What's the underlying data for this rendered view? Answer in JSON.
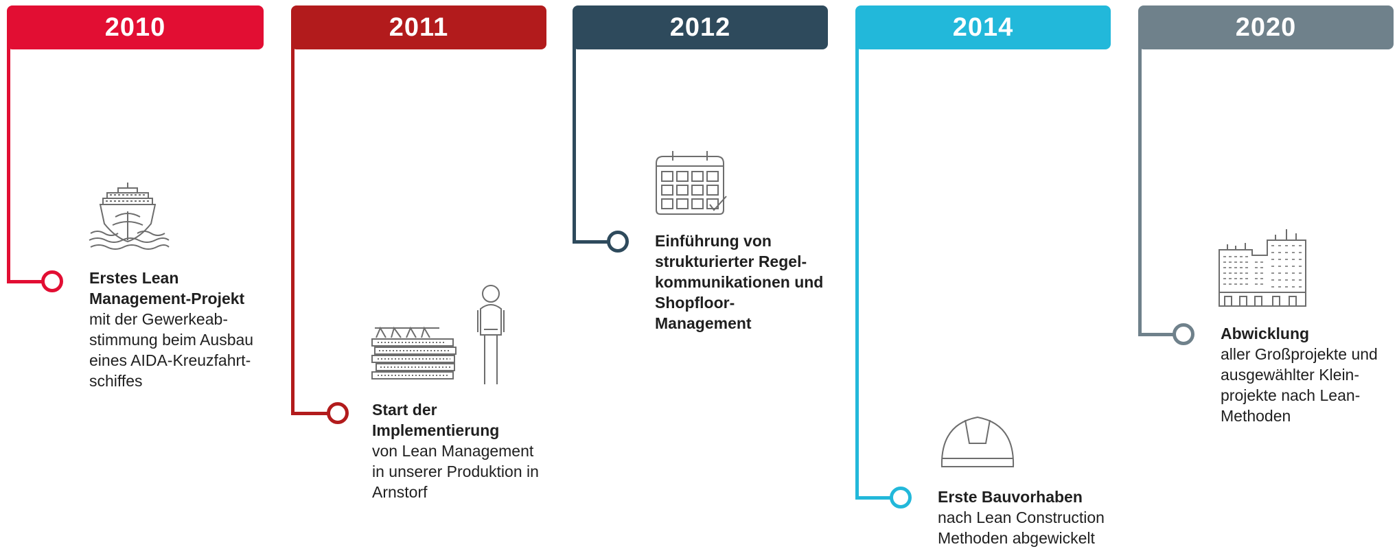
{
  "milestones": [
    {
      "year": "2010",
      "color": "#e20e33",
      "icon": "cruise-ship-icon",
      "headline": "Erstes Lean Management-Projekt",
      "body": "mit der Gewerkeab­stimmung beim Ausbau eines AIDA-Kreuzfahrt­schiffes"
    },
    {
      "year": "2011",
      "color": "#b21b1c",
      "icon": "precast-worker-icon",
      "headline": "Start der Implementierung",
      "body": "von Lean Management in unserer Produktion in Arnstorf"
    },
    {
      "year": "2012",
      "color": "#2e4a5c",
      "icon": "calendar-icon",
      "headline": "Einführung von strukturierter Regel­kommunikationen und Shopfloor-Management",
      "body": ""
    },
    {
      "year": "2014",
      "color": "#22b8da",
      "icon": "hard-hat-icon",
      "headline": "Erste Bauvorhaben",
      "body": "nach Lean Construction Methoden abgewickelt"
    },
    {
      "year": "2020",
      "color": "#6f818b",
      "icon": "buildings-icon",
      "headline": "Abwicklung",
      "body": "aller Großprojekte und ausgewählter Klein­projekte nach Lean-Methoden"
    }
  ]
}
